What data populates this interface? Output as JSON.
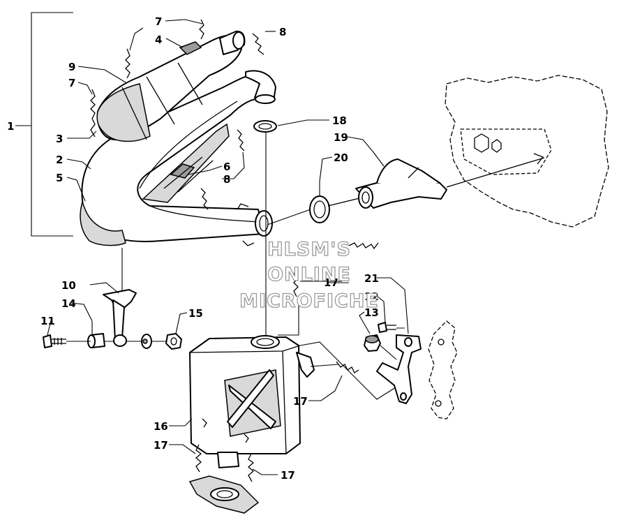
{
  "callouts": [
    {
      "id": "1",
      "label": "1"
    },
    {
      "id": "2",
      "label": "2"
    },
    {
      "id": "3",
      "label": "3"
    },
    {
      "id": "4",
      "label": "4"
    },
    {
      "id": "5",
      "label": "5"
    },
    {
      "id": "6",
      "label": "6"
    },
    {
      "id": "7a",
      "label": "7"
    },
    {
      "id": "7b",
      "label": "7"
    },
    {
      "id": "8a",
      "label": "8"
    },
    {
      "id": "8b",
      "label": "8"
    },
    {
      "id": "9",
      "label": "9"
    },
    {
      "id": "10",
      "label": "10"
    },
    {
      "id": "11",
      "label": "11"
    },
    {
      "id": "12",
      "label": "12"
    },
    {
      "id": "13",
      "label": "13"
    },
    {
      "id": "14",
      "label": "14"
    },
    {
      "id": "15",
      "label": "15"
    },
    {
      "id": "16",
      "label": "16"
    },
    {
      "id": "17a",
      "label": "17"
    },
    {
      "id": "17b",
      "label": "17"
    },
    {
      "id": "17c",
      "label": "17"
    },
    {
      "id": "17d",
      "label": "17"
    },
    {
      "id": "18",
      "label": "18"
    },
    {
      "id": "19",
      "label": "19"
    },
    {
      "id": "20",
      "label": "20"
    },
    {
      "id": "21",
      "label": "21"
    }
  ],
  "watermark": {
    "line1": "HLSM'S",
    "line2": "ONLINE",
    "line3": "MICROFICHE"
  }
}
